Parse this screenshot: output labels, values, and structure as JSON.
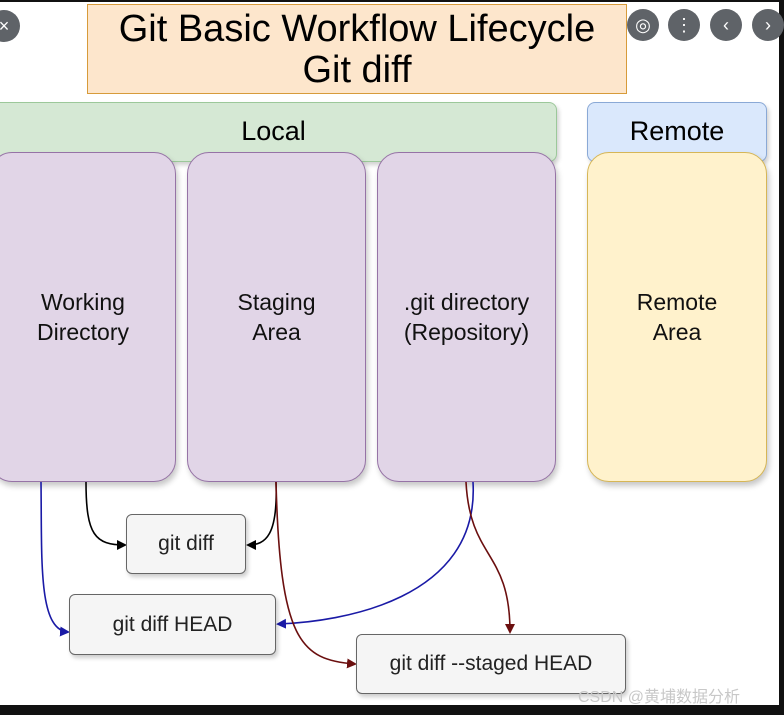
{
  "title": {
    "line1": "Git Basic Workflow Lifecycle",
    "line2": "Git diff"
  },
  "bands": {
    "local": "Local",
    "remote": "Remote"
  },
  "areas": {
    "working": {
      "line1": "Working",
      "line2": "Directory"
    },
    "staging": {
      "line1": "Staging",
      "line2": "Area"
    },
    "git": {
      "line1": ".git directory",
      "line2": "(Repository)"
    },
    "remote": {
      "line1": "Remote",
      "line2": "Area"
    }
  },
  "commands": {
    "diff": "git diff",
    "diff_head": "git diff HEAD",
    "diff_staged_head": "git diff --staged HEAD"
  },
  "viewer_controls": {
    "close": "×",
    "lens": "◎",
    "more": "⋮",
    "prev": "‹",
    "next": "›"
  },
  "watermark": "CSDN @黄埔数据分析",
  "colors": {
    "title_fill": "#fde6cc",
    "local_fill": "#d5e8d4",
    "remote_fill": "#dae8fc",
    "area_purple": "#e1d5e7",
    "area_yellow": "#fff2cc",
    "arrow_black": "#000000",
    "arrow_blue": "#1a1aa6",
    "arrow_darkred": "#6b0f0f"
  }
}
